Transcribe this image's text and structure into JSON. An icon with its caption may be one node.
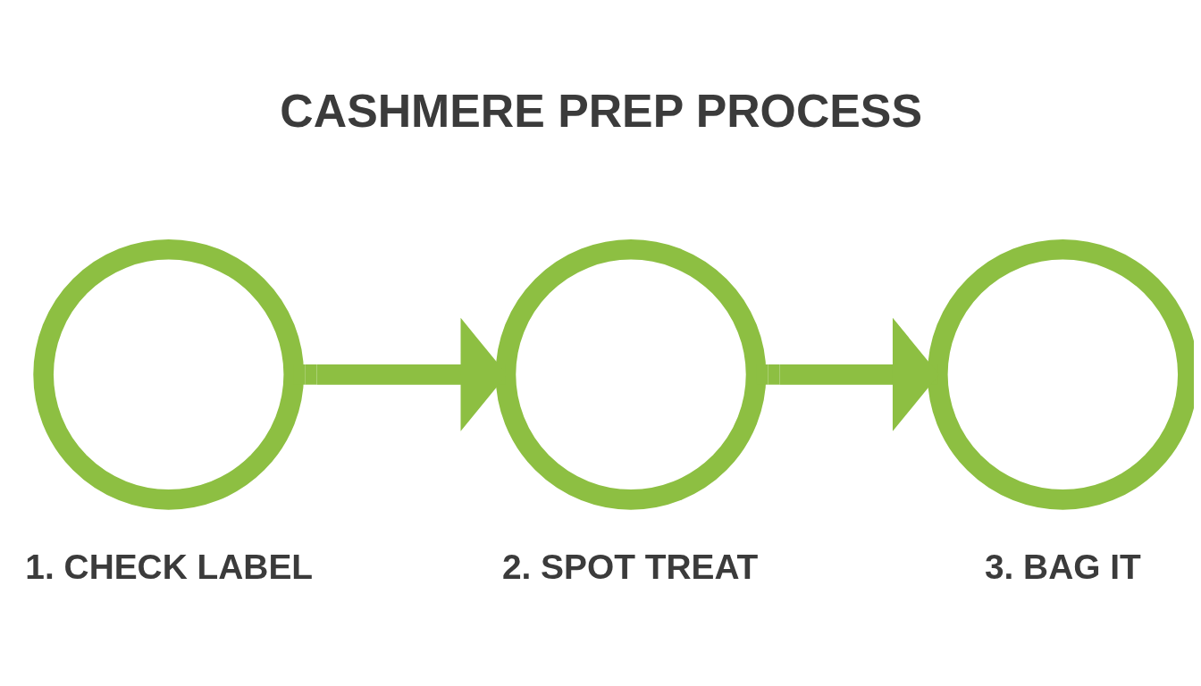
{
  "diagram": {
    "title": "CASHMERE PREP PROCESS",
    "nodes": [
      {
        "text": [
          "1. CHECK LABEL"
        ]
      },
      {
        "text": [
          "2. SPOT TREAT"
        ]
      },
      {
        "text": [
          "3. BAG IT"
        ]
      }
    ],
    "edges": [
      {
        "from": 0,
        "to": 1,
        "arrow": "to"
      },
      {
        "from": 1,
        "to": 2,
        "arrow": "to"
      }
    ]
  }
}
